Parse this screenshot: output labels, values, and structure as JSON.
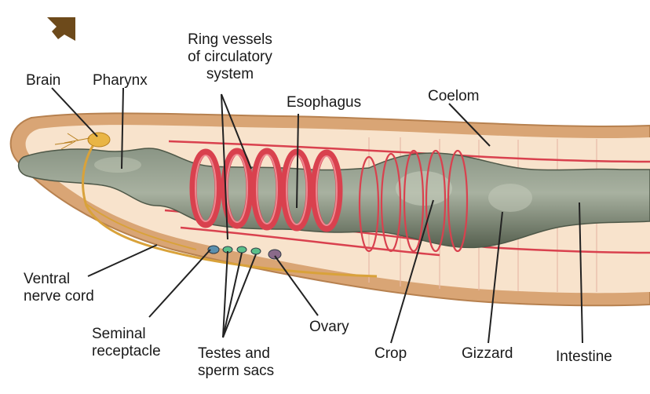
{
  "labels": {
    "brain": "Brain",
    "pharynx": "Pharynx",
    "ring_vessels": "Ring vessels\nof circulatory\nsystem",
    "esophagus": "Esophagus",
    "coelom": "Coelom",
    "ventral_nerve_cord": "Ventral\nnerve cord",
    "seminal_receptacle": "Seminal\nreceptacle",
    "testes": "Testes and\nsperm sacs",
    "ovary": "Ovary",
    "crop": "Crop",
    "gizzard": "Gizzard",
    "intestine": "Intestine"
  },
  "colors": {
    "body_wall": "#d9a575",
    "body_interior": "#f8e3cc",
    "gut": "#6f7a6a",
    "gut_highlight": "#b9c2b0",
    "ring_vessel": "#d9414e",
    "nerve": "#d9a23a",
    "leader": "#222222",
    "arrow_icon": "#6d4a1b"
  },
  "icons": {
    "corner": "arrow-down-right-icon"
  }
}
